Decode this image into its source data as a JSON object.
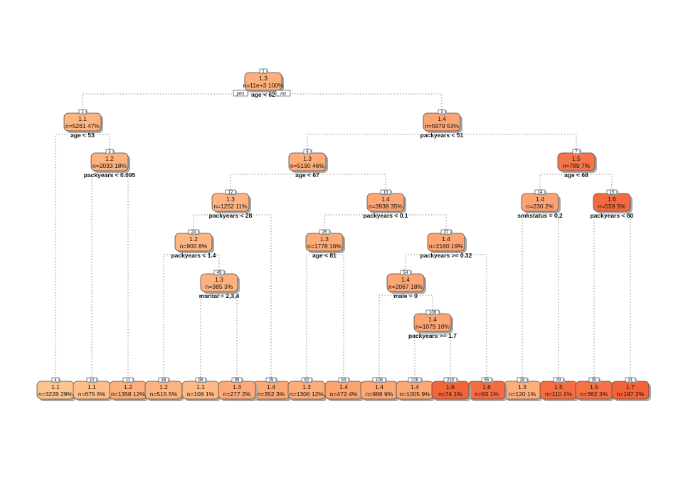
{
  "yes_label": "yes",
  "no_label": "no",
  "nodes": [
    {
      "id": "1",
      "value": "1.3",
      "stats": "n=11e+3  100%",
      "split": "age < 62",
      "color": "#fdae7b"
    },
    {
      "id": "2",
      "value": "1.1",
      "stats": "n=5261  47%",
      "split": "age < 53",
      "color": "#fdb47f"
    },
    {
      "id": "3",
      "value": "1.4",
      "stats": "n=5979  53%",
      "split": "packyears < 51",
      "color": "#fca572"
    },
    {
      "id": "4",
      "value": "1.1",
      "stats": "n=3228  29%",
      "split": "",
      "color": "#fec48e"
    },
    {
      "id": "5",
      "value": "1.2",
      "stats": "n=2033  18%",
      "split": "packyears < 0.095",
      "color": "#fdb17d"
    },
    {
      "id": "6",
      "value": "1.3",
      "stats": "n=5190  46%",
      "split": "age < 67",
      "color": "#fdac79"
    },
    {
      "id": "7",
      "value": "1.5",
      "stats": "n=789  7%",
      "split": "age < 68",
      "color": "#f67548"
    },
    {
      "id": "10",
      "value": "1.1",
      "stats": "n=675  6%",
      "split": "",
      "color": "#fdbf89"
    },
    {
      "id": "11",
      "value": "1.2",
      "stats": "n=1358  12%",
      "split": "",
      "color": "#fdb07c"
    },
    {
      "id": "12",
      "value": "1.3",
      "stats": "n=1252  11%",
      "split": "packyears < 28",
      "color": "#fdb480"
    },
    {
      "id": "13",
      "value": "1.4",
      "stats": "n=3938  35%",
      "split": "packyears < 0.1",
      "color": "#fca774"
    },
    {
      "id": "14",
      "value": "1.4",
      "stats": "n=230  2%",
      "split": "smkstatus = 0,2",
      "color": "#fca270"
    },
    {
      "id": "15",
      "value": "1.6",
      "stats": "n=559  5%",
      "split": "packyears < 80",
      "color": "#f46a3e"
    },
    {
      "id": "24",
      "value": "1.2",
      "stats": "n=900  8%",
      "split": "packyears < 1.4",
      "color": "#fdb582"
    },
    {
      "id": "25",
      "value": "1.4",
      "stats": "n=352  3%",
      "split": "",
      "color": "#fca774"
    },
    {
      "id": "26",
      "value": "1.3",
      "stats": "n=1778  16%",
      "split": "age < 81",
      "color": "#fcaa76"
    },
    {
      "id": "27",
      "value": "1.4",
      "stats": "n=2160  19%",
      "split": "packyears >= 0.32",
      "color": "#fca472"
    },
    {
      "id": "28",
      "value": "1.3",
      "stats": "n=120  1%",
      "split": "",
      "color": "#fcaf7b"
    },
    {
      "id": "29",
      "value": "1.5",
      "stats": "n=110  1%",
      "split": "",
      "color": "#f56e43"
    },
    {
      "id": "30",
      "value": "1.5",
      "stats": "n=362  3%",
      "split": "",
      "color": "#f57247"
    },
    {
      "id": "31",
      "value": "1.7",
      "stats": "n=197  2%",
      "split": "",
      "color": "#f2643a"
    },
    {
      "id": "48",
      "value": "1.2",
      "stats": "n=515  5%",
      "split": "",
      "color": "#fdb380"
    },
    {
      "id": "49",
      "value": "1.3",
      "stats": "n=385  3%",
      "split": "marital = 2,3,4",
      "color": "#fdb27e"
    },
    {
      "id": "52",
      "value": "1.3",
      "stats": "n=1306  12%",
      "split": "",
      "color": "#fcad79"
    },
    {
      "id": "53",
      "value": "1.4",
      "stats": "n=472  4%",
      "split": "",
      "color": "#fca370"
    },
    {
      "id": "54",
      "value": "1.4",
      "stats": "n=2067  18%",
      "split": "male = 0",
      "color": "#fca673"
    },
    {
      "id": "55",
      "value": "1.6",
      "stats": "n=93  1%",
      "split": "",
      "color": "#f46c40"
    },
    {
      "id": "98",
      "value": "1.1",
      "stats": "n=108  1%",
      "split": "",
      "color": "#fdba86"
    },
    {
      "id": "99",
      "value": "1.3",
      "stats": "n=277  2%",
      "split": "",
      "color": "#fcab78"
    },
    {
      "id": "108",
      "value": "1.4",
      "stats": "n=988  9%",
      "split": "",
      "color": "#fca874"
    },
    {
      "id": "109",
      "value": "1.4",
      "stats": "n=1079  10%",
      "split": "packyears >= 1.7",
      "color": "#fca472"
    },
    {
      "id": "218",
      "value": "1.4",
      "stats": "n=1005  9%",
      "split": "",
      "color": "#fca774"
    },
    {
      "id": "219",
      "value": "1.6",
      "stats": "n=74  1%",
      "split": "",
      "color": "#f26539"
    }
  ]
}
